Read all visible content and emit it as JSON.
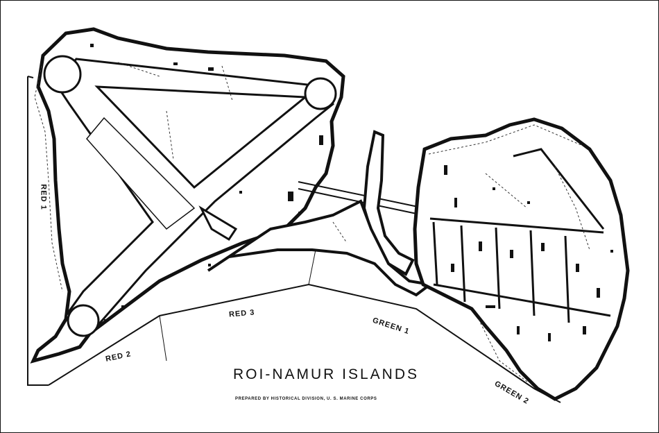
{
  "map": {
    "title": "ROI-NAMUR ISLANDS",
    "credit": "PREPARED BY HISTORICAL DIVISION, U. S. MARINE CORPS",
    "beaches": {
      "red1": "RED 1",
      "red2": "RED 2",
      "red3": "RED 3",
      "green1": "GREEN 1",
      "green2": "GREEN 2"
    },
    "colors": {
      "ink": "#111111",
      "paper": "#ffffff"
    }
  }
}
